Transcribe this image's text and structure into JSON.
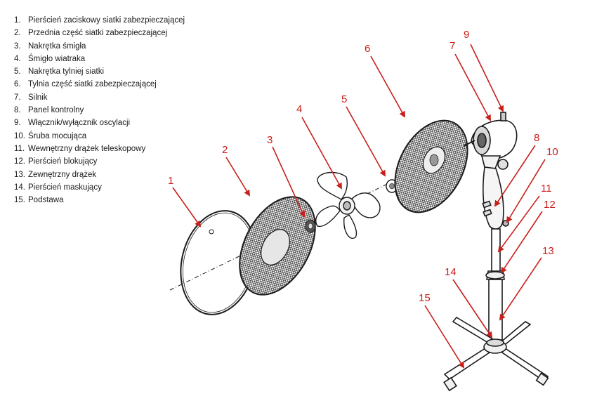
{
  "legend": [
    {
      "number": "1.",
      "text": "Pierścień zaciskowy siatki zabezpieczającej"
    },
    {
      "number": "2.",
      "text": "Przednia część siatki zabezpieczającej"
    },
    {
      "number": "3.",
      "text": "Nakrętka śmigła"
    },
    {
      "number": "4.",
      "text": "Śmigło wiatraka"
    },
    {
      "number": "5.",
      "text": "Nakrętka tylniej siatki"
    },
    {
      "number": "6.",
      "text": "Tylnia część siatki zabezpieczającej"
    },
    {
      "number": "7.",
      "text": "Silnik"
    },
    {
      "number": "8.",
      "text": "Panel kontrolny"
    },
    {
      "number": "9.",
      "text": "Włącznik/wyłącznik oscylacji"
    },
    {
      "number": "10.",
      "text": "Śruba mocująca"
    },
    {
      "number": "11.",
      "text": "Wewnętrzny drążek teleskopowy"
    },
    {
      "number": "12.",
      "text": "Pierścień blokujący"
    },
    {
      "number": "13.",
      "text": "Zewnętrzny drążek"
    },
    {
      "number": "14.",
      "text": "Pierścień maskujący"
    },
    {
      "number": "15.",
      "text": "Podstawa"
    }
  ],
  "callouts": [
    "1",
    "2",
    "3",
    "4",
    "5",
    "6",
    "7",
    "8",
    "9",
    "10",
    "11",
    "12",
    "13",
    "14",
    "15"
  ],
  "colors": {
    "callout": "#c8201c",
    "line": "#1a1a1a",
    "text": "#1a1a1a"
  }
}
